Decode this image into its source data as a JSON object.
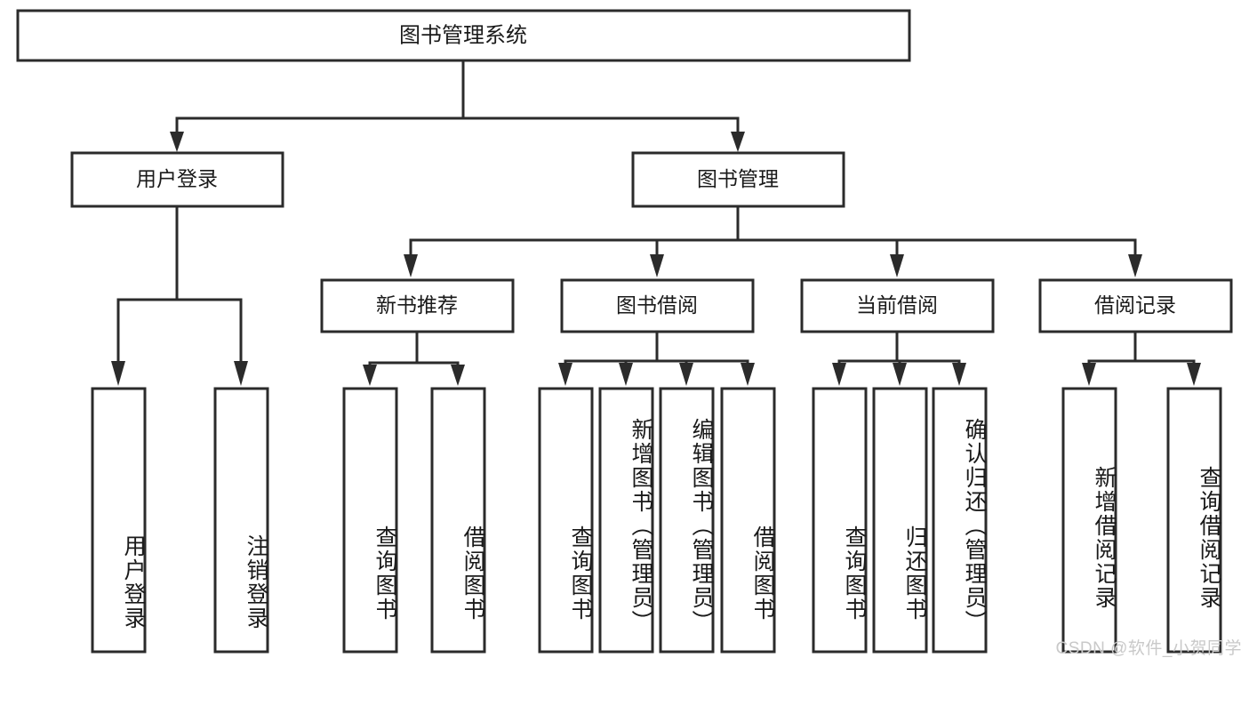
{
  "diagram": {
    "title": "图书管理系统",
    "type": "tree-hierarchy",
    "root": {
      "label": "图书管理系统"
    },
    "level2": [
      {
        "label": "用户登录"
      },
      {
        "label": "图书管理"
      }
    ],
    "level3": [
      {
        "label": "新书推荐"
      },
      {
        "label": "图书借阅"
      },
      {
        "label": "当前借阅"
      },
      {
        "label": "借阅记录"
      }
    ],
    "leaves": {
      "user_login": [
        {
          "label": "用户登录"
        },
        {
          "label": "注销登录"
        }
      ],
      "new_book_recommend": [
        {
          "label": "查询图书"
        },
        {
          "label": "借阅图书"
        }
      ],
      "book_borrow": [
        {
          "label": "查询图书"
        },
        {
          "label": "新增图书（管理员）"
        },
        {
          "label": "编辑图书（管理员）"
        },
        {
          "label": "借阅图书"
        }
      ],
      "current_borrow": [
        {
          "label": "查询图书"
        },
        {
          "label": "归还图书"
        },
        {
          "label": "确认归还（管理员）"
        }
      ],
      "borrow_record": [
        {
          "label": "新增借阅记录"
        },
        {
          "label": "查询借阅记录"
        }
      ]
    }
  },
  "watermark": {
    "text": "CSDN @软件_小贺同学"
  },
  "colors": {
    "stroke": "#2b2b2b",
    "fill": "#ffffff",
    "text": "#1a1a1a",
    "watermark": "#c9c9c9"
  }
}
